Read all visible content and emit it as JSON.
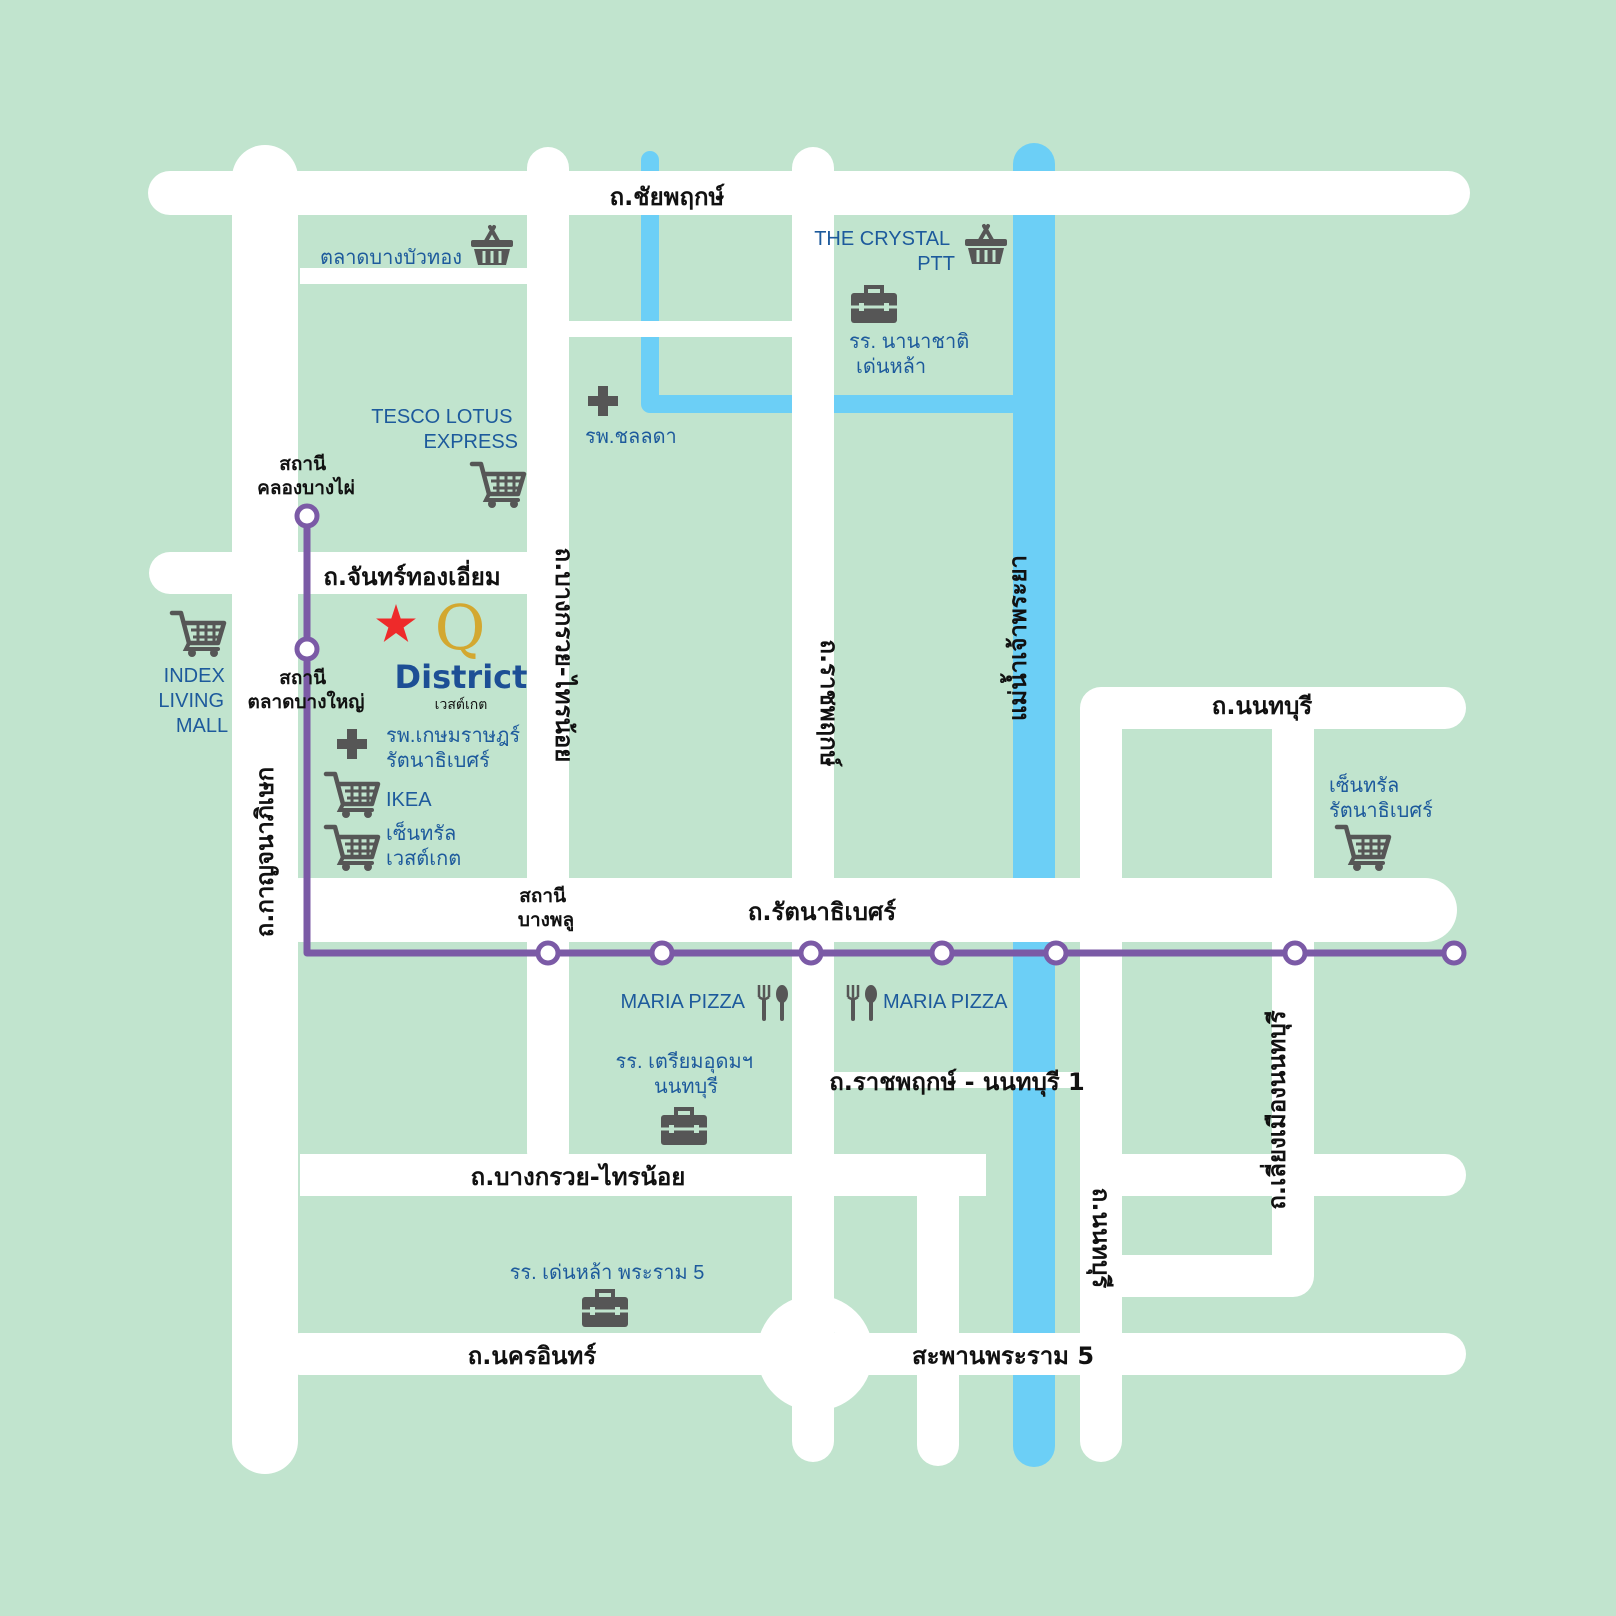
{
  "colors": {
    "background": "#c1e4ce",
    "road": "#ffffff",
    "river": "#6ccff6",
    "rail": "#7b5aa6",
    "poi_text": "#1d5a9c",
    "icon": "#565656",
    "star": "#ee2a2a",
    "logo_q": "#d3a830",
    "logo_text": "#1d4f95"
  },
  "roads": {
    "chaiyaphruek": "ถ.ชัยพฤกษ์",
    "chanthong_iam": "ถ.จันทร์ทองเอี่ยม",
    "bangkruai_sainoi_v": "ถ.บางกรวย-ไทรน้อย",
    "ratchaphruek": "ถ.ราชพฤกษ์",
    "chao_phraya": "แม่น้ำเจ้าพระยา",
    "nonthaburi_top": "ถ.นนทบุรี",
    "kanchanaphisek": "ถ.กาญจนาภิเษก",
    "rattanathibet": "ถ.รัตนาธิเบศร์",
    "ratchaphruek_nonthaburi1": "ถ.ราชพฤกษ์ - นนทบุรี 1",
    "bangkruai_sainoi_h": "ถ.บางกรวย-ไทรน้อย",
    "nonthaburi_v": "ถ.นนทบุรี",
    "liang_mueang": "ถ.เลี่ยงเมืองนนทบุรี",
    "nakhon_in": "ถ.นครอินทร์",
    "rama5_bridge": "สะพานพระราม 5"
  },
  "stations": {
    "khlong_bang_phai": [
      "สถานี",
      "คลองบางไผ่"
    ],
    "talad_bang_yai": [
      "สถานี",
      "ตลาดบางใหญ่"
    ],
    "bang_phlu": [
      "สถานี",
      "บางพลู"
    ]
  },
  "pois": {
    "bang_bua_thong_market": "ตลาดบางบัวทอง",
    "crystal_ptt": [
      "THE CRYSTAL",
      "PTT"
    ],
    "nanachat_school": [
      "รร. นานาชาติ",
      "เด่นหล้า"
    ],
    "tesco_lotus": [
      "TESCO LOTUS",
      "EXPRESS"
    ],
    "chonlada_hospital": "รพ.ชลลดา",
    "index_living": [
      "INDEX",
      "LIVING",
      "MALL"
    ],
    "kasemrad_hospital": [
      "รพ.เกษมราษฎร์",
      "รัตนาธิเบศร์"
    ],
    "ikea": "IKEA",
    "central_westgate": [
      "เซ็นทรัล",
      "เวสต์เกต"
    ],
    "central_rattanathibet": [
      "เซ็นทรัล",
      "รัตนาธิเบศร์"
    ],
    "maria_pizza_left": "MARIA PIZZA",
    "maria_pizza_right": "MARIA PIZZA",
    "triam_udom": [
      "รร. เตรียมอุดมฯ",
      "นนทบุรี"
    ],
    "denla_rama5": "รร. เด่นหล้า พระราม 5"
  },
  "logo": {
    "letter": "Q",
    "name": "District",
    "sub": "เวสต์เกต"
  }
}
